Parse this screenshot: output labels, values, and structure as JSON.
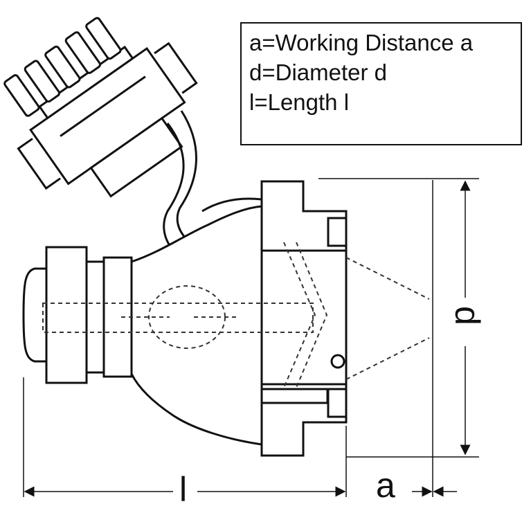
{
  "legend": {
    "working_distance": "a=Working Distance a",
    "diameter": "d=Diameter d",
    "length": "l=Length l"
  },
  "dimensions": {
    "length_symbol": "l",
    "working_distance_symbol": "a",
    "diameter_symbol": "d"
  }
}
